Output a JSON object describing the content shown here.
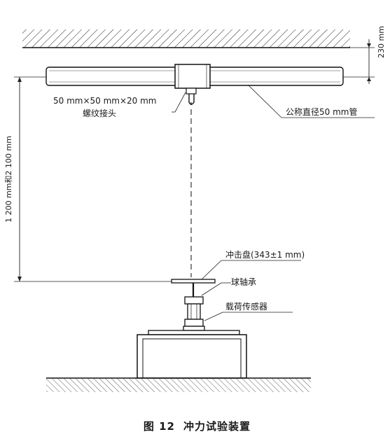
{
  "labels": {
    "dim_ceiling": "230 mm",
    "dim_height": "1 200 mm和2 100 mm",
    "fitting_size": "50 mm×50 mm×20 mm",
    "fitting_name": "螺纹接头",
    "pipe": "公称直径50 mm管",
    "impact_plate": "冲击盘(343±1 mm)",
    "ball_bearing": "球轴承",
    "load_sensor": "载荷传感器"
  },
  "caption": {
    "number": "图 12",
    "title": "冲力试验装置"
  }
}
